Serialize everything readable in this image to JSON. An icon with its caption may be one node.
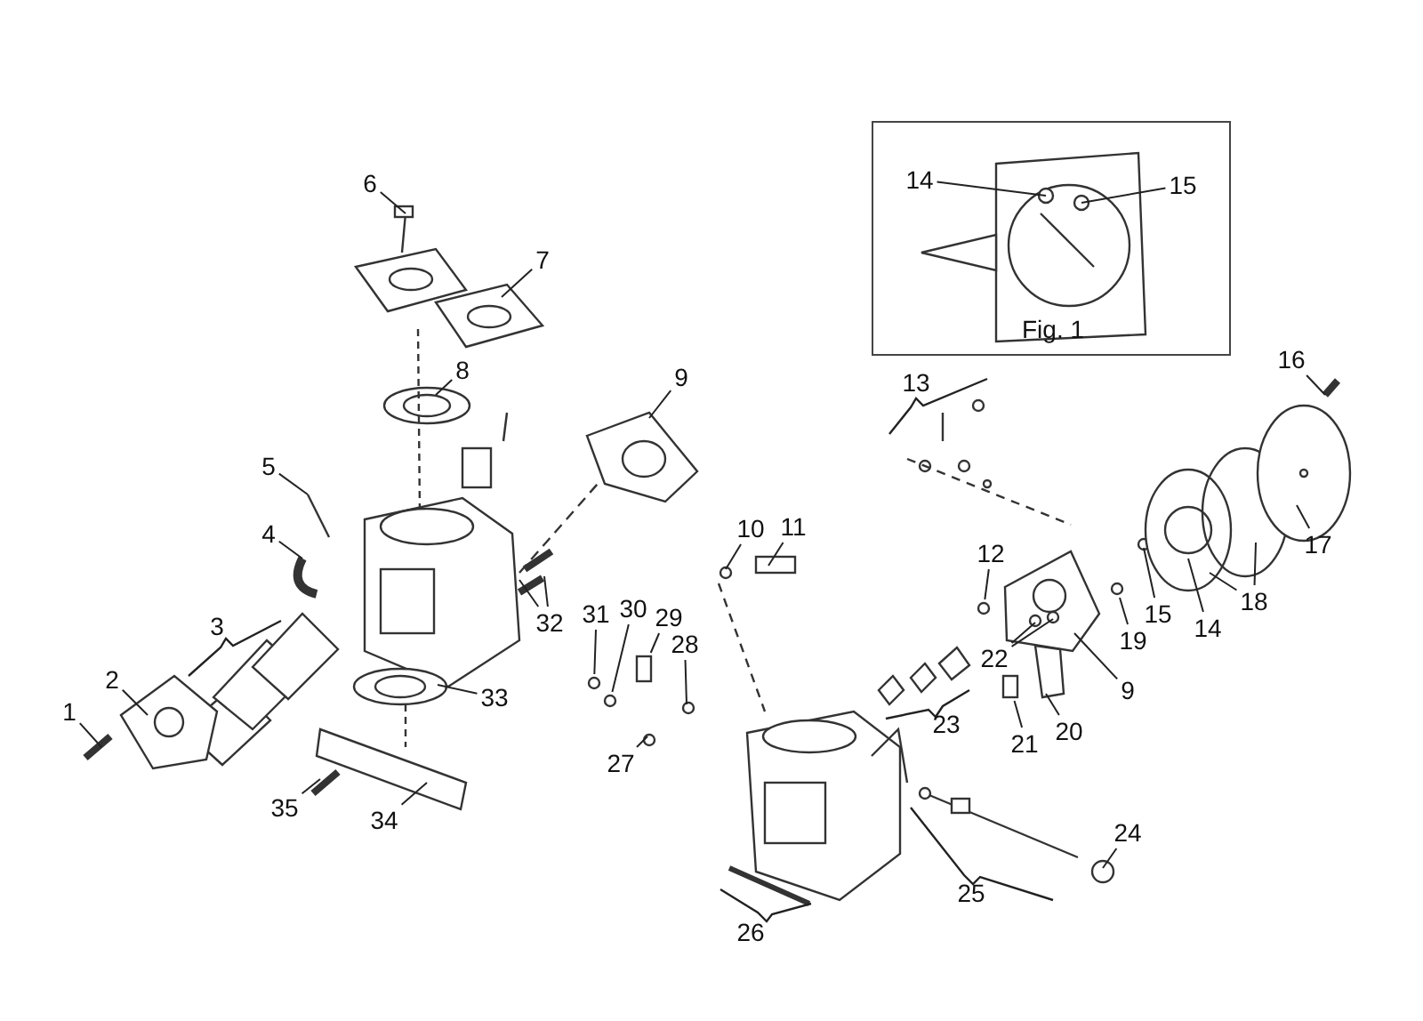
{
  "diagram": {
    "nodes": [
      {
        "text": [
          "Fig. 1"
        ]
      },
      {
        "text": [
          "14"
        ],
        "in": 0
      },
      {
        "text": [
          "15"
        ],
        "in": 0
      },
      {
        "text": [
          "6"
        ]
      },
      {
        "text": [
          "7"
        ]
      },
      {
        "text": [
          "8"
        ]
      },
      {
        "text": [
          "9"
        ]
      },
      {
        "text": [
          "16"
        ]
      },
      {
        "text": [
          "13"
        ]
      },
      {
        "text": [
          "5"
        ]
      },
      {
        "text": [
          "4"
        ]
      },
      {
        "text": [
          "17"
        ]
      },
      {
        "text": [
          "10"
        ]
      },
      {
        "text": [
          "11"
        ]
      },
      {
        "text": [
          "12"
        ]
      },
      {
        "text": [
          "18"
        ]
      },
      {
        "text": [
          "3"
        ]
      },
      {
        "text": [
          "32"
        ]
      },
      {
        "text": [
          "31"
        ]
      },
      {
        "text": [
          "30"
        ]
      },
      {
        "text": [
          "29"
        ]
      },
      {
        "text": [
          "28"
        ]
      },
      {
        "text": [
          "22"
        ]
      },
      {
        "text": [
          "19"
        ]
      },
      {
        "text": [
          "9"
        ]
      },
      {
        "text": [
          "15"
        ]
      },
      {
        "text": [
          "14"
        ]
      },
      {
        "text": [
          "2"
        ]
      },
      {
        "text": [
          "1"
        ]
      },
      {
        "text": [
          "33"
        ]
      },
      {
        "text": [
          "23"
        ]
      },
      {
        "text": [
          "20"
        ]
      },
      {
        "text": [
          "21"
        ]
      },
      {
        "text": [
          "27"
        ]
      },
      {
        "text": [
          "35"
        ]
      },
      {
        "text": [
          "34"
        ]
      },
      {
        "text": [
          "24"
        ]
      },
      {
        "text": [
          "25"
        ]
      },
      {
        "text": [
          "26"
        ]
      },
      {
        "text": [],
        "shape": "box"
      },
      {
        "text": [],
        "shape": "circle"
      },
      {
        "text": [],
        "shape": "box"
      },
      {
        "text": [],
        "shape": "circle"
      },
      {
        "text": [],
        "shape": "circle"
      },
      {
        "text": [],
        "shape": "circle"
      }
    ],
    "edges": [
      {
        "from": 1,
        "to": null,
        "arrow": "none"
      },
      {
        "from": 2,
        "to": null,
        "arrow": "none"
      },
      {
        "from": 3,
        "to": null,
        "arrow": "none"
      },
      {
        "from": 4,
        "to": null,
        "arrow": "none"
      },
      {
        "from": 5,
        "to": null,
        "arrow": "none"
      },
      {
        "from": 6,
        "to": null,
        "arrow": "none"
      },
      {
        "from": 7,
        "to": null,
        "arrow": "none"
      },
      {
        "from": 9,
        "to": null,
        "arrow": "none"
      },
      {
        "from": 10,
        "to": null,
        "arrow": "none"
      },
      {
        "from": 11,
        "to": null,
        "arrow": "none"
      },
      {
        "from": 12,
        "to": null,
        "arrow": "none"
      },
      {
        "from": 13,
        "to": null,
        "arrow": "none"
      },
      {
        "from": 14,
        "to": 40,
        "arrow": "none"
      },
      {
        "from": 15,
        "to": null,
        "arrow": "none"
      },
      {
        "from": 15,
        "to": null,
        "arrow": "none"
      },
      {
        "from": 17,
        "to": null,
        "arrow": "none"
      },
      {
        "from": 17,
        "to": null,
        "arrow": "none"
      },
      {
        "from": 18,
        "to": 44,
        "arrow": "none"
      },
      {
        "from": 19,
        "to": 43,
        "arrow": "none"
      },
      {
        "from": 20,
        "to": 39,
        "arrow": "none"
      },
      {
        "from": 21,
        "to": null,
        "arrow": "none"
      },
      {
        "from": 22,
        "to": null,
        "arrow": "none"
      },
      {
        "from": 22,
        "to": null,
        "arrow": "none"
      },
      {
        "from": 23,
        "to": 42,
        "arrow": "none"
      },
      {
        "from": 24,
        "to": null,
        "arrow": "none"
      },
      {
        "from": 25,
        "to": null,
        "arrow": "none"
      },
      {
        "from": 26,
        "to": null,
        "arrow": "none"
      },
      {
        "from": 27,
        "to": null,
        "arrow": "none"
      },
      {
        "from": 28,
        "to": null,
        "arrow": "none"
      },
      {
        "from": 29,
        "to": null,
        "arrow": "none"
      },
      {
        "from": 31,
        "to": null,
        "arrow": "none"
      },
      {
        "from": 32,
        "to": 41,
        "arrow": "none"
      },
      {
        "from": 33,
        "to": null,
        "arrow": "none"
      },
      {
        "from": 34,
        "to": null,
        "arrow": "none"
      },
      {
        "from": 35,
        "to": null,
        "arrow": "none"
      },
      {
        "from": 36,
        "to": null,
        "arrow": "none"
      }
    ]
  }
}
